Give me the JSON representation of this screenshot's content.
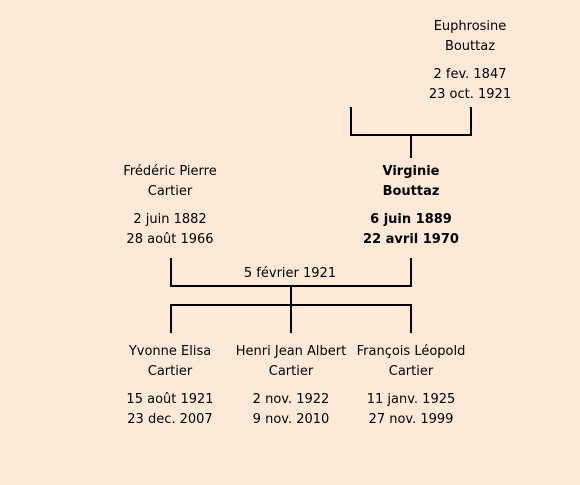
{
  "people": {
    "euphrosine": {
      "name_line1": "Euphrosine",
      "name_line2": "Bouttaz",
      "birth": "2 fev. 1847",
      "death": "23 oct. 1921"
    },
    "frederic": {
      "name_line1": "Frédéric Pierre",
      "name_line2": "Cartier",
      "birth": "2 juin 1882",
      "death": "28 août 1966"
    },
    "virginie": {
      "name_line1": "Virginie",
      "name_line2": "Bouttaz",
      "birth": "6 juin 1889",
      "death": "22 avril 1970"
    },
    "yvonne": {
      "name_line1": "Yvonne Elisa",
      "name_line2": "Cartier",
      "birth": "15 août 1921",
      "death": "23 dec. 2007"
    },
    "henri": {
      "name_line1": "Henri Jean Albert",
      "name_line2": "Cartier",
      "birth": "2 nov. 1922",
      "death": "9 nov. 2010"
    },
    "francois": {
      "name_line1": "François Léopold",
      "name_line2": "Cartier",
      "birth": "11 janv. 1925",
      "death": "27 nov. 1999"
    }
  },
  "marriage": {
    "date": "5 février 1921"
  },
  "colors": {
    "background": "#fce9d8",
    "line": "#000000"
  }
}
